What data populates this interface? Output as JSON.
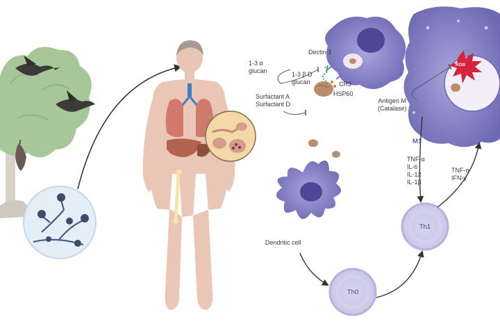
{
  "labels": {
    "glucan_13a_l1": "1-3 α",
    "glucan_13a_l2": "glucan",
    "glucan_13bd_l1": "1-3 β D",
    "glucan_13bd_l2": "glucan",
    "dectin1": "Dectin-1",
    "cr3": "CR3",
    "hsp60": "HSP60",
    "surfactant_a": "Surfactant A",
    "surfactant_d": "Surfactant D",
    "ros": "ROS",
    "antigen_m_l1": "Antigen M",
    "antigen_m_l2": "(Catalase)",
    "m1": "M1",
    "cytokines_m1": [
      "TNF-α",
      "IL-6",
      "IL-12",
      "IL-1β"
    ],
    "cytokines_th1": [
      "TNF-α",
      "IFN-γ"
    ],
    "dendritic_cell": "Dendritic cell",
    "th0": "Th0",
    "th1": "Th1"
  },
  "colors": {
    "tree": "#a9c79a",
    "trunk": "#d8d3cc",
    "bird": "#3d3d3d",
    "body": "#e7c2b3",
    "hair": "#a89a92",
    "lung": "#d07a6e",
    "liver": "#b3634d",
    "airway": "#3f7fbf",
    "inset": "#f3d9a8",
    "macrophage": "#8b87c9",
    "macrophage_dark": "#5e58a3",
    "vacuole": "#f5f1f6",
    "spore": "#b98e6f",
    "ros": "#d6223a",
    "th_fill": "#d6d3ee",
    "th_ring": "#b6b2dd",
    "arrow": "#333333"
  },
  "icons": [
    "bird-icon",
    "bat-icon",
    "tree-icon",
    "human-body-icon",
    "lung-icon",
    "macrophage-icon",
    "dendritic-cell-icon",
    "spore-icon",
    "ros-burst-icon"
  ]
}
